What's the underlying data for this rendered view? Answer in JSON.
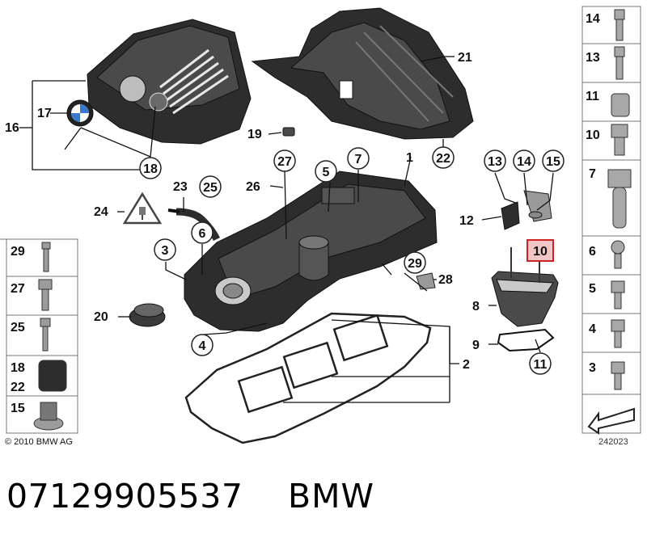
{
  "footer": {
    "copyright": "© 2010 BMW AG",
    "figure_id": "242023"
  },
  "part_number": "07129905537",
  "brand": "BMW",
  "highlighted_callout": "10",
  "callouts": {
    "c1": "1",
    "c2": "2",
    "c3": "3",
    "c4": "4",
    "c5": "5",
    "c6": "6",
    "c7": "7",
    "c8": "8",
    "c9": "9",
    "c10": "10",
    "c11": "11",
    "c12": "12",
    "c13": "13",
    "c14": "14",
    "c15": "15",
    "c16": "16",
    "c17": "17",
    "c18": "18",
    "c19": "19",
    "c20": "20",
    "c21": "21",
    "c22": "22",
    "c23": "23",
    "c24": "24",
    "c25": "25",
    "c26": "26",
    "c27": "27",
    "c28": "28",
    "c29": "29"
  },
  "right_panel": [
    "14",
    "13",
    "11",
    "10",
    "7",
    "6",
    "5",
    "4",
    "3"
  ],
  "left_panel": [
    "29",
    "27",
    "25",
    "18",
    "22",
    "15"
  ],
  "colors": {
    "highlight": "#cc2222",
    "highlight_fill": "#f2c6c6",
    "part": "#2d2d2d"
  }
}
